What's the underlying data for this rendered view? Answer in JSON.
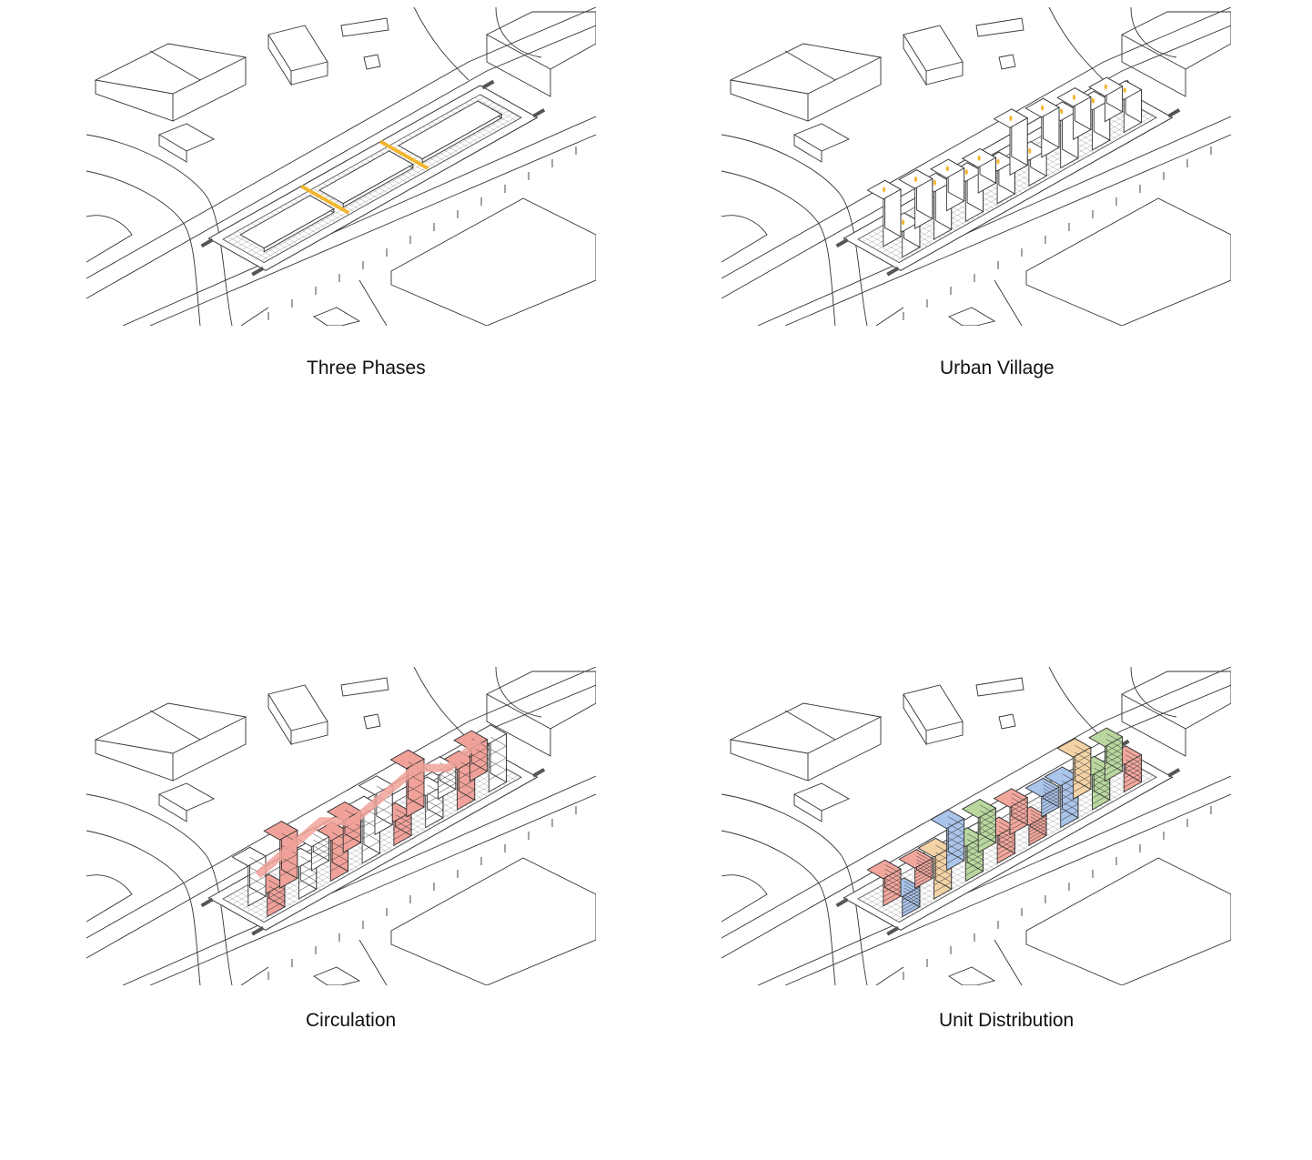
{
  "panels": [
    {
      "id": "three-phases",
      "caption": "Three Phases",
      "overlay": "phases"
    },
    {
      "id": "urban-village",
      "caption": "Urban Village",
      "overlay": "village"
    },
    {
      "id": "circulation",
      "caption": "Circulation",
      "overlay": "circulation"
    },
    {
      "id": "unit-distribution",
      "caption": "Unit Distribution",
      "overlay": "units"
    }
  ],
  "colors": {
    "line": "#333333",
    "phase_link": "#f2b630",
    "circulation": "#f0a29a",
    "unit_red": "#f2a79d",
    "unit_blue": "#aac4ea",
    "unit_green": "#b9d79f",
    "unit_beige": "#f3d3a6"
  }
}
